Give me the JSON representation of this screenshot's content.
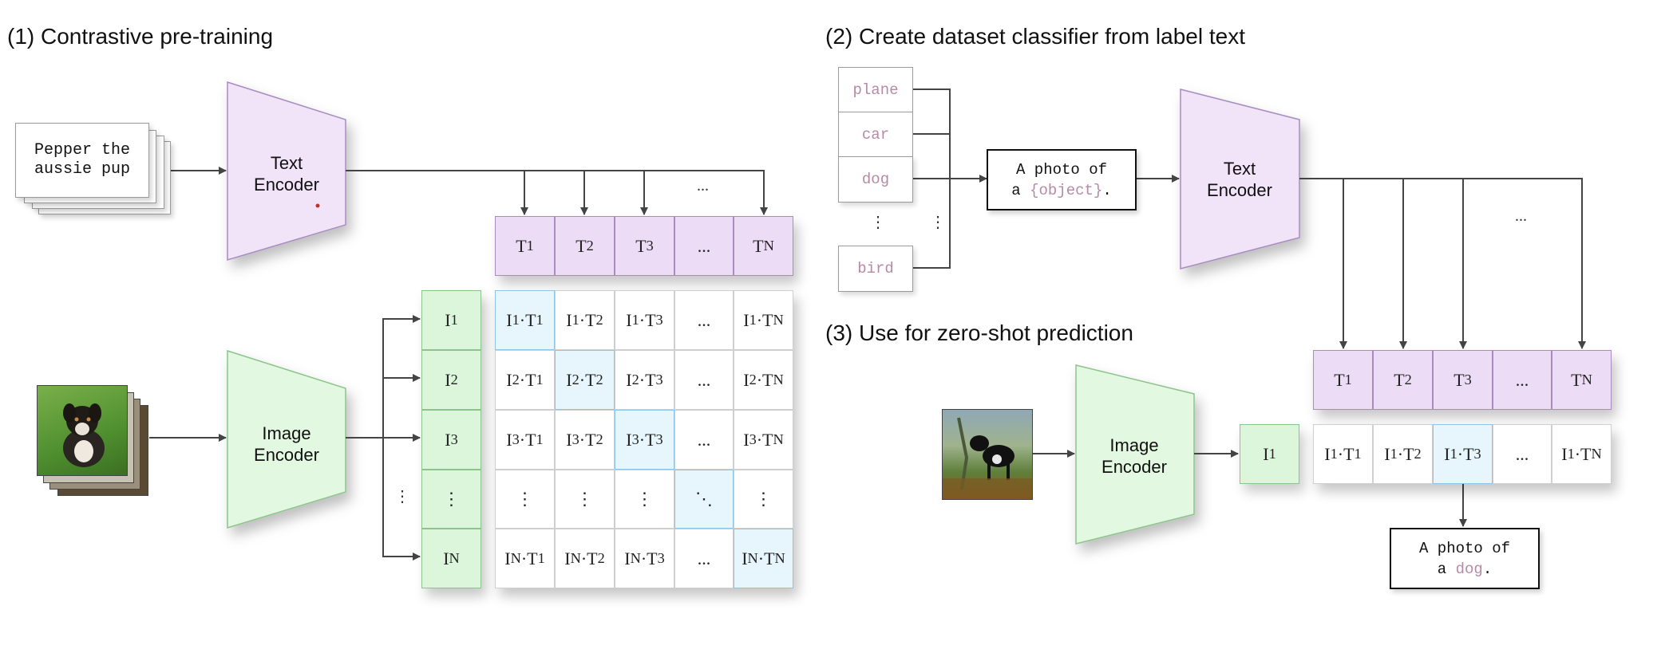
{
  "section1": {
    "title": "(1) Contrastive pre-training",
    "text_input_line1": "Pepper the",
    "text_input_line2": "aussie pup",
    "text_encoder_line1": "Text",
    "text_encoder_line2": "Encoder",
    "image_encoder_line1": "Image",
    "image_encoder_line2": "Encoder",
    "ellipsis": "...",
    "vdots": "⋮",
    "ddots": "⋱"
  },
  "section2": {
    "title": "(2) Create dataset classifier from label text",
    "labels": [
      "plane",
      "car",
      "dog",
      "bird"
    ],
    "vdots": "⋮",
    "template_line1": "A photo of",
    "template_prefix": "a ",
    "template_object": "{object}",
    "template_suffix": ".",
    "text_encoder_line1": "Text",
    "text_encoder_line2": "Encoder",
    "ellipsis": "..."
  },
  "section3": {
    "title": "(3) Use for zero-shot prediction",
    "image_encoder_line1": "Image",
    "image_encoder_line2": "Encoder",
    "prediction_line1": "A photo of",
    "prediction_prefix": "a ",
    "prediction_object": "dog",
    "prediction_suffix": "."
  },
  "colors": {
    "text_encoder_fill": "#f1e3f8",
    "text_encoder_stroke": "#a88cbf",
    "image_encoder_fill": "#e3f8e0",
    "image_encoder_stroke": "#8cc48c",
    "diagonal_fill": "#e6f6fc",
    "label_text": "#b58aa8",
    "arrow": "#444444"
  }
}
